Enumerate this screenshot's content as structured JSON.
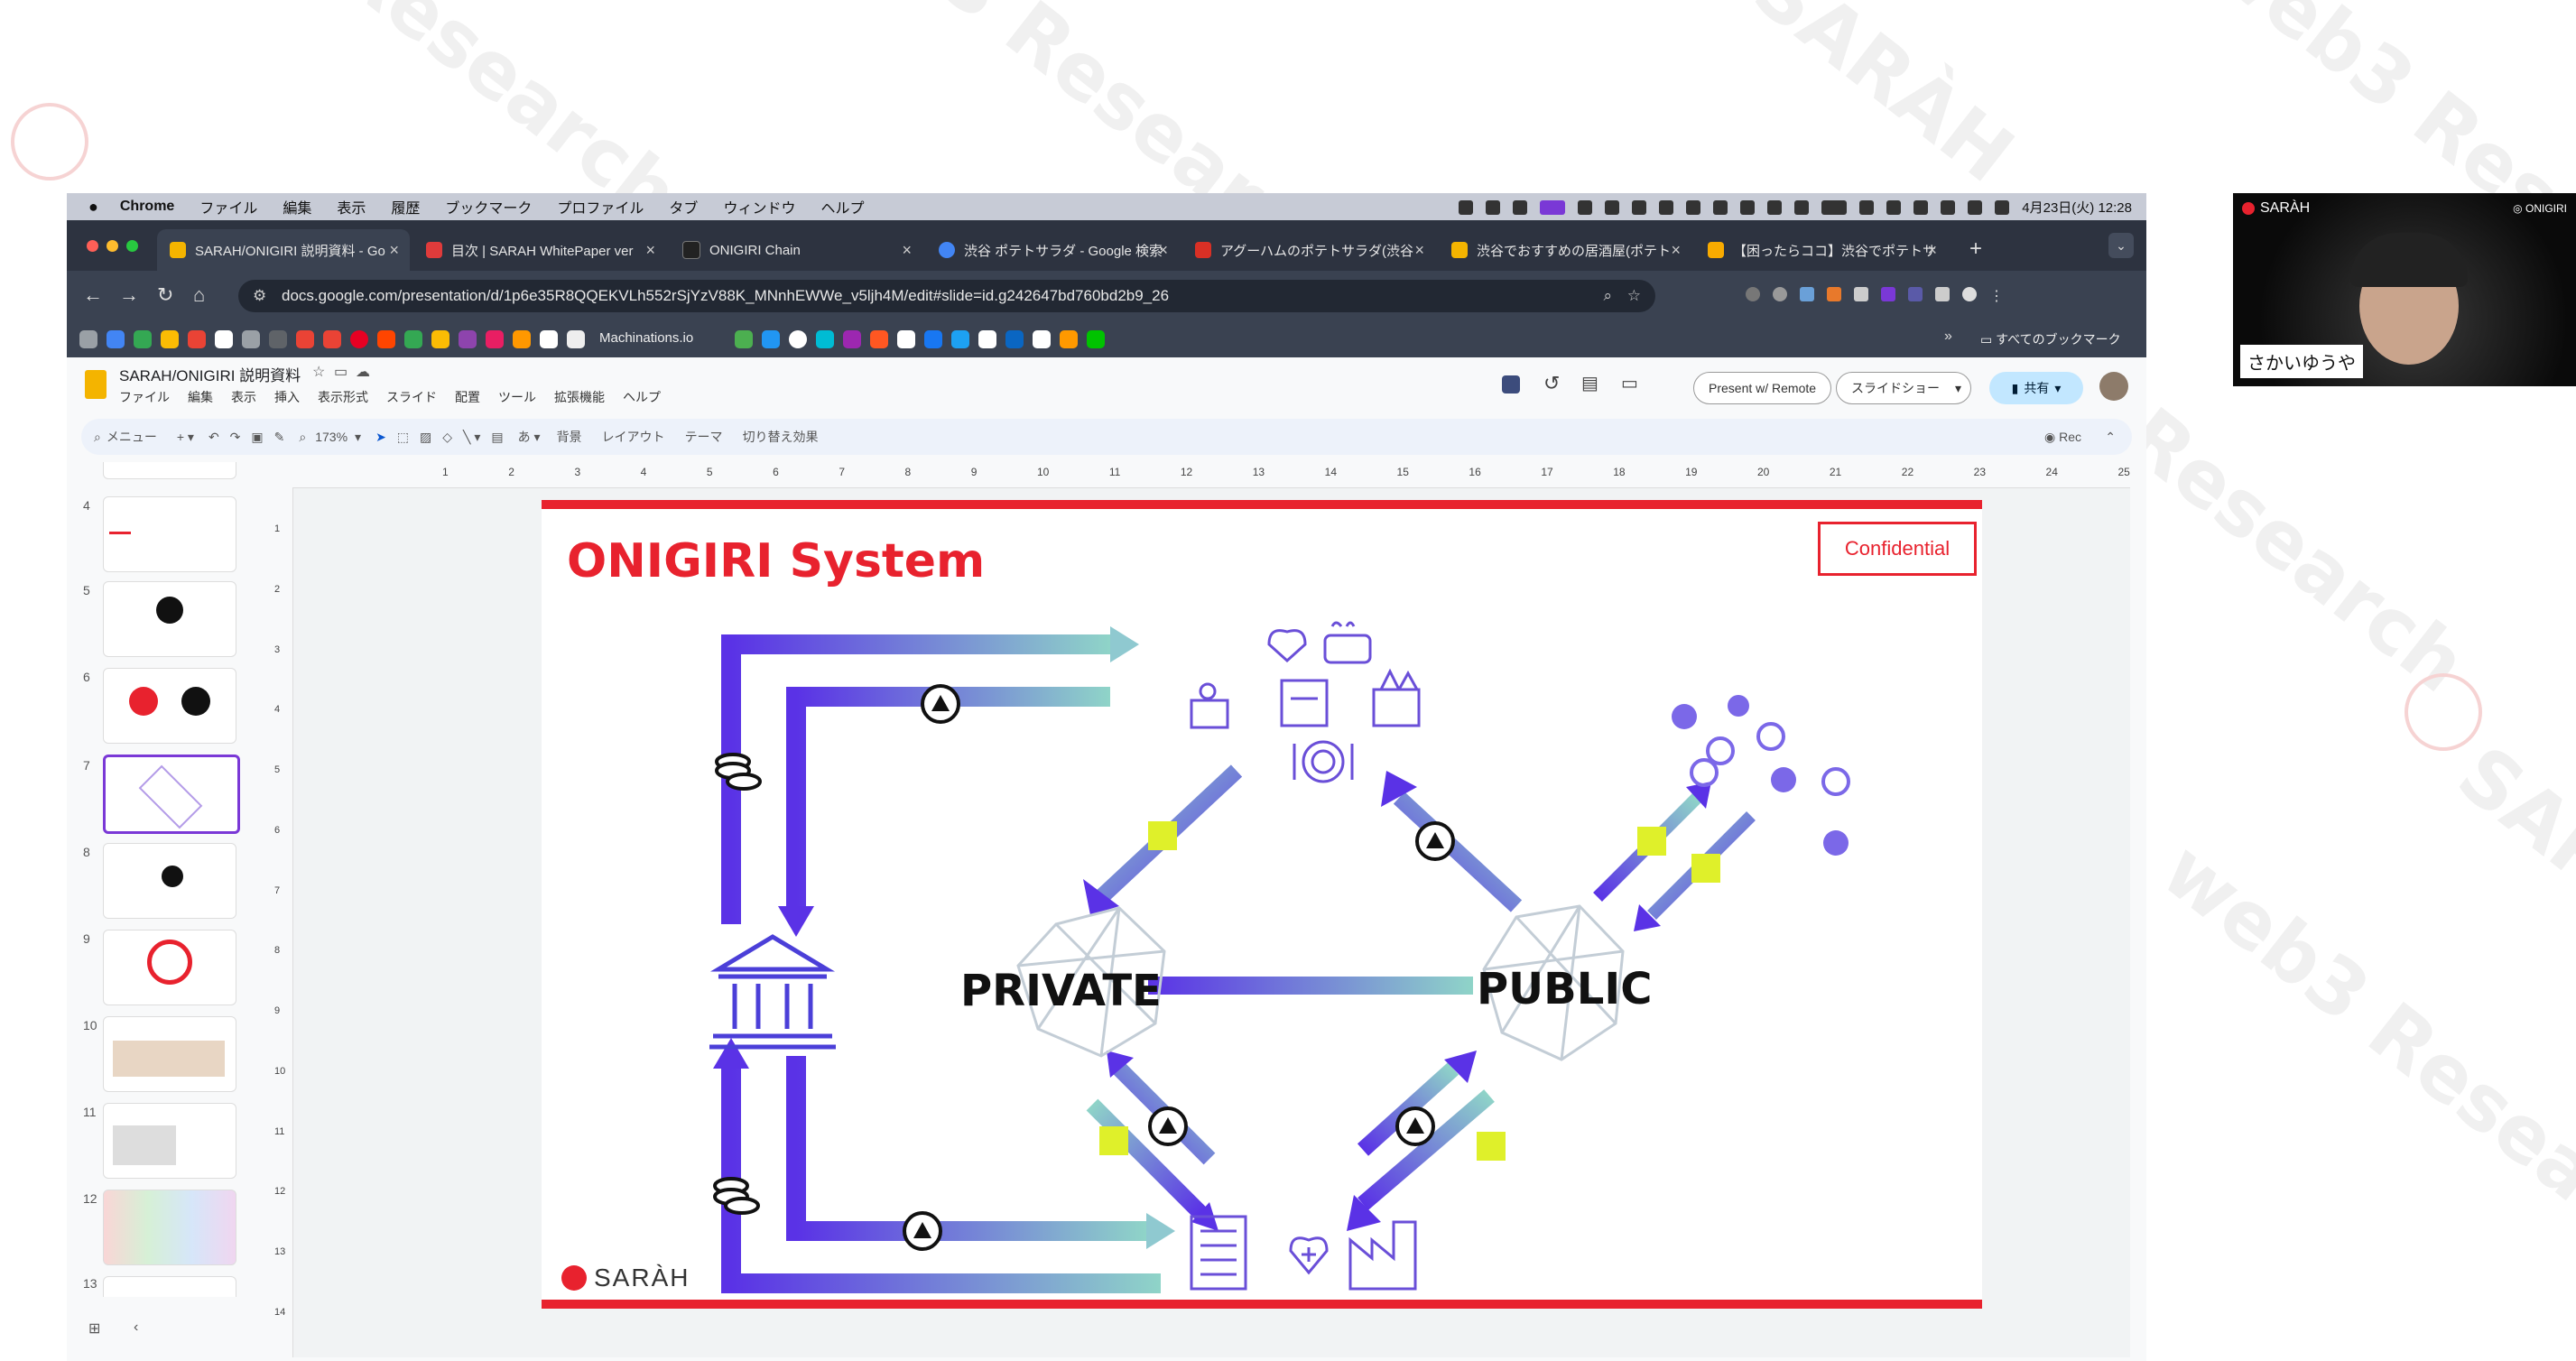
{
  "watermark": {
    "brand": "SARÀH",
    "text1": "Research",
    "text2": "web3 Research"
  },
  "mac_menubar": {
    "app": "Chrome",
    "items": [
      "ファイル",
      "編集",
      "表示",
      "履歴",
      "ブックマーク",
      "プロファイル",
      "タブ",
      "ウィンドウ",
      "ヘルプ"
    ],
    "clock": "4月23日(火) 12:28"
  },
  "tabs": [
    {
      "label": "SARAH/ONIGIRI 説明資料 - Go",
      "color": "#f4b400",
      "active": true
    },
    {
      "label": "目次 | SARAH WhitePaper ver",
      "color": "#e03b3b",
      "active": false
    },
    {
      "label": "ONIGIRI Chain",
      "color": "#222222",
      "active": false
    },
    {
      "label": "渋谷 ポテトサラダ - Google 検索",
      "color": "#4285f4",
      "active": false
    },
    {
      "label": "アグーハムのポテトサラダ(渋谷",
      "color": "#d93025",
      "active": false
    },
    {
      "label": "渋谷でおすすめの居酒屋(ポテト",
      "color": "#f4b400",
      "active": false
    },
    {
      "label": "【困ったらココ】渋谷でポテトサ",
      "color": "#f9ab00",
      "active": false
    }
  ],
  "address": {
    "url": "docs.google.com/presentation/d/1p6e35R8QQEKVLh552rSjYzV88K_MNnhEWWe_v5ljh4M/edit#slide=id.g242647bd760bd2b9_26"
  },
  "bookmarks": {
    "machinations": "Machinations.io",
    "all": "すべてのブックマーク"
  },
  "docs": {
    "title": "SARAH/ONIGIRI 説明資料",
    "menu": [
      "ファイル",
      "編集",
      "表示",
      "挿入",
      "表示形式",
      "スライド",
      "配置",
      "ツール",
      "拡張機能",
      "ヘルプ"
    ],
    "present_button": "Present w/ Remote",
    "slideshow_button": "スライドショー",
    "share_button": "共有",
    "toolbar": {
      "menu_search": "メニュー",
      "zoom": "173%",
      "background": "背景",
      "layout": "レイアウト",
      "theme": "テーマ",
      "transition": "切り替え効果",
      "rec": "Rec"
    },
    "slide_numbers": [
      "4",
      "5",
      "6",
      "7",
      "8",
      "9",
      "10",
      "11",
      "12",
      "13"
    ],
    "ruler_ticks": [
      "1",
      "2",
      "3",
      "4",
      "5",
      "6",
      "7",
      "8",
      "9",
      "10",
      "11",
      "12",
      "13",
      "14",
      "15",
      "16",
      "17",
      "18",
      "19",
      "20",
      "21",
      "22",
      "23",
      "24",
      "25"
    ],
    "vruler_ticks": [
      "1",
      "2",
      "3",
      "4",
      "5",
      "6",
      "7",
      "8",
      "9",
      "10",
      "11",
      "12",
      "13",
      "14"
    ]
  },
  "slide": {
    "title": "ONIGIRI System",
    "badge": "Confidential",
    "private_label": "PRIVATE",
    "public_label": "PUBLIC",
    "logo_text": "SARÀH",
    "accent": "#e8222e"
  },
  "participant": {
    "brand": "SARÀH",
    "brand_right": "ONIGIRI",
    "name": "さかいゆうや"
  }
}
